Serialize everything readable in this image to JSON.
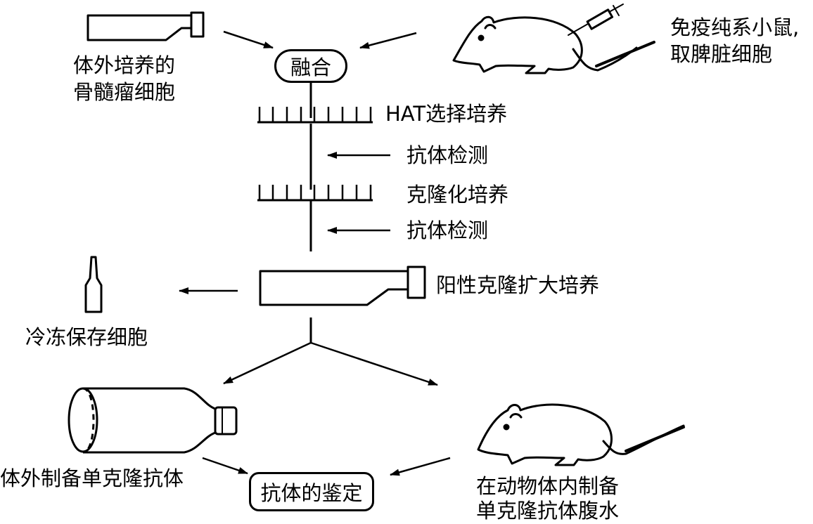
{
  "diagram": {
    "fusion_box": "融合",
    "myeloma_label": [
      "体外培养的",
      "骨髓瘤细胞"
    ],
    "mouse_label": [
      "免疫纯系小鼠,",
      "取脾脏细胞"
    ],
    "hat_label": "HAT选择培养",
    "antibody_test_1": "抗体检测",
    "clone_culture": "克隆化培养",
    "antibody_test_2": "抗体检测",
    "positive_clone": "阳性克隆扩大培养",
    "freeze_label": "冷冻保存细胞",
    "in_vitro_label": "体外制备单克隆抗体",
    "identify_box": "抗体的鉴定",
    "in_vivo_label": [
      "在动物体内制备",
      "单克隆抗体腹水"
    ]
  }
}
